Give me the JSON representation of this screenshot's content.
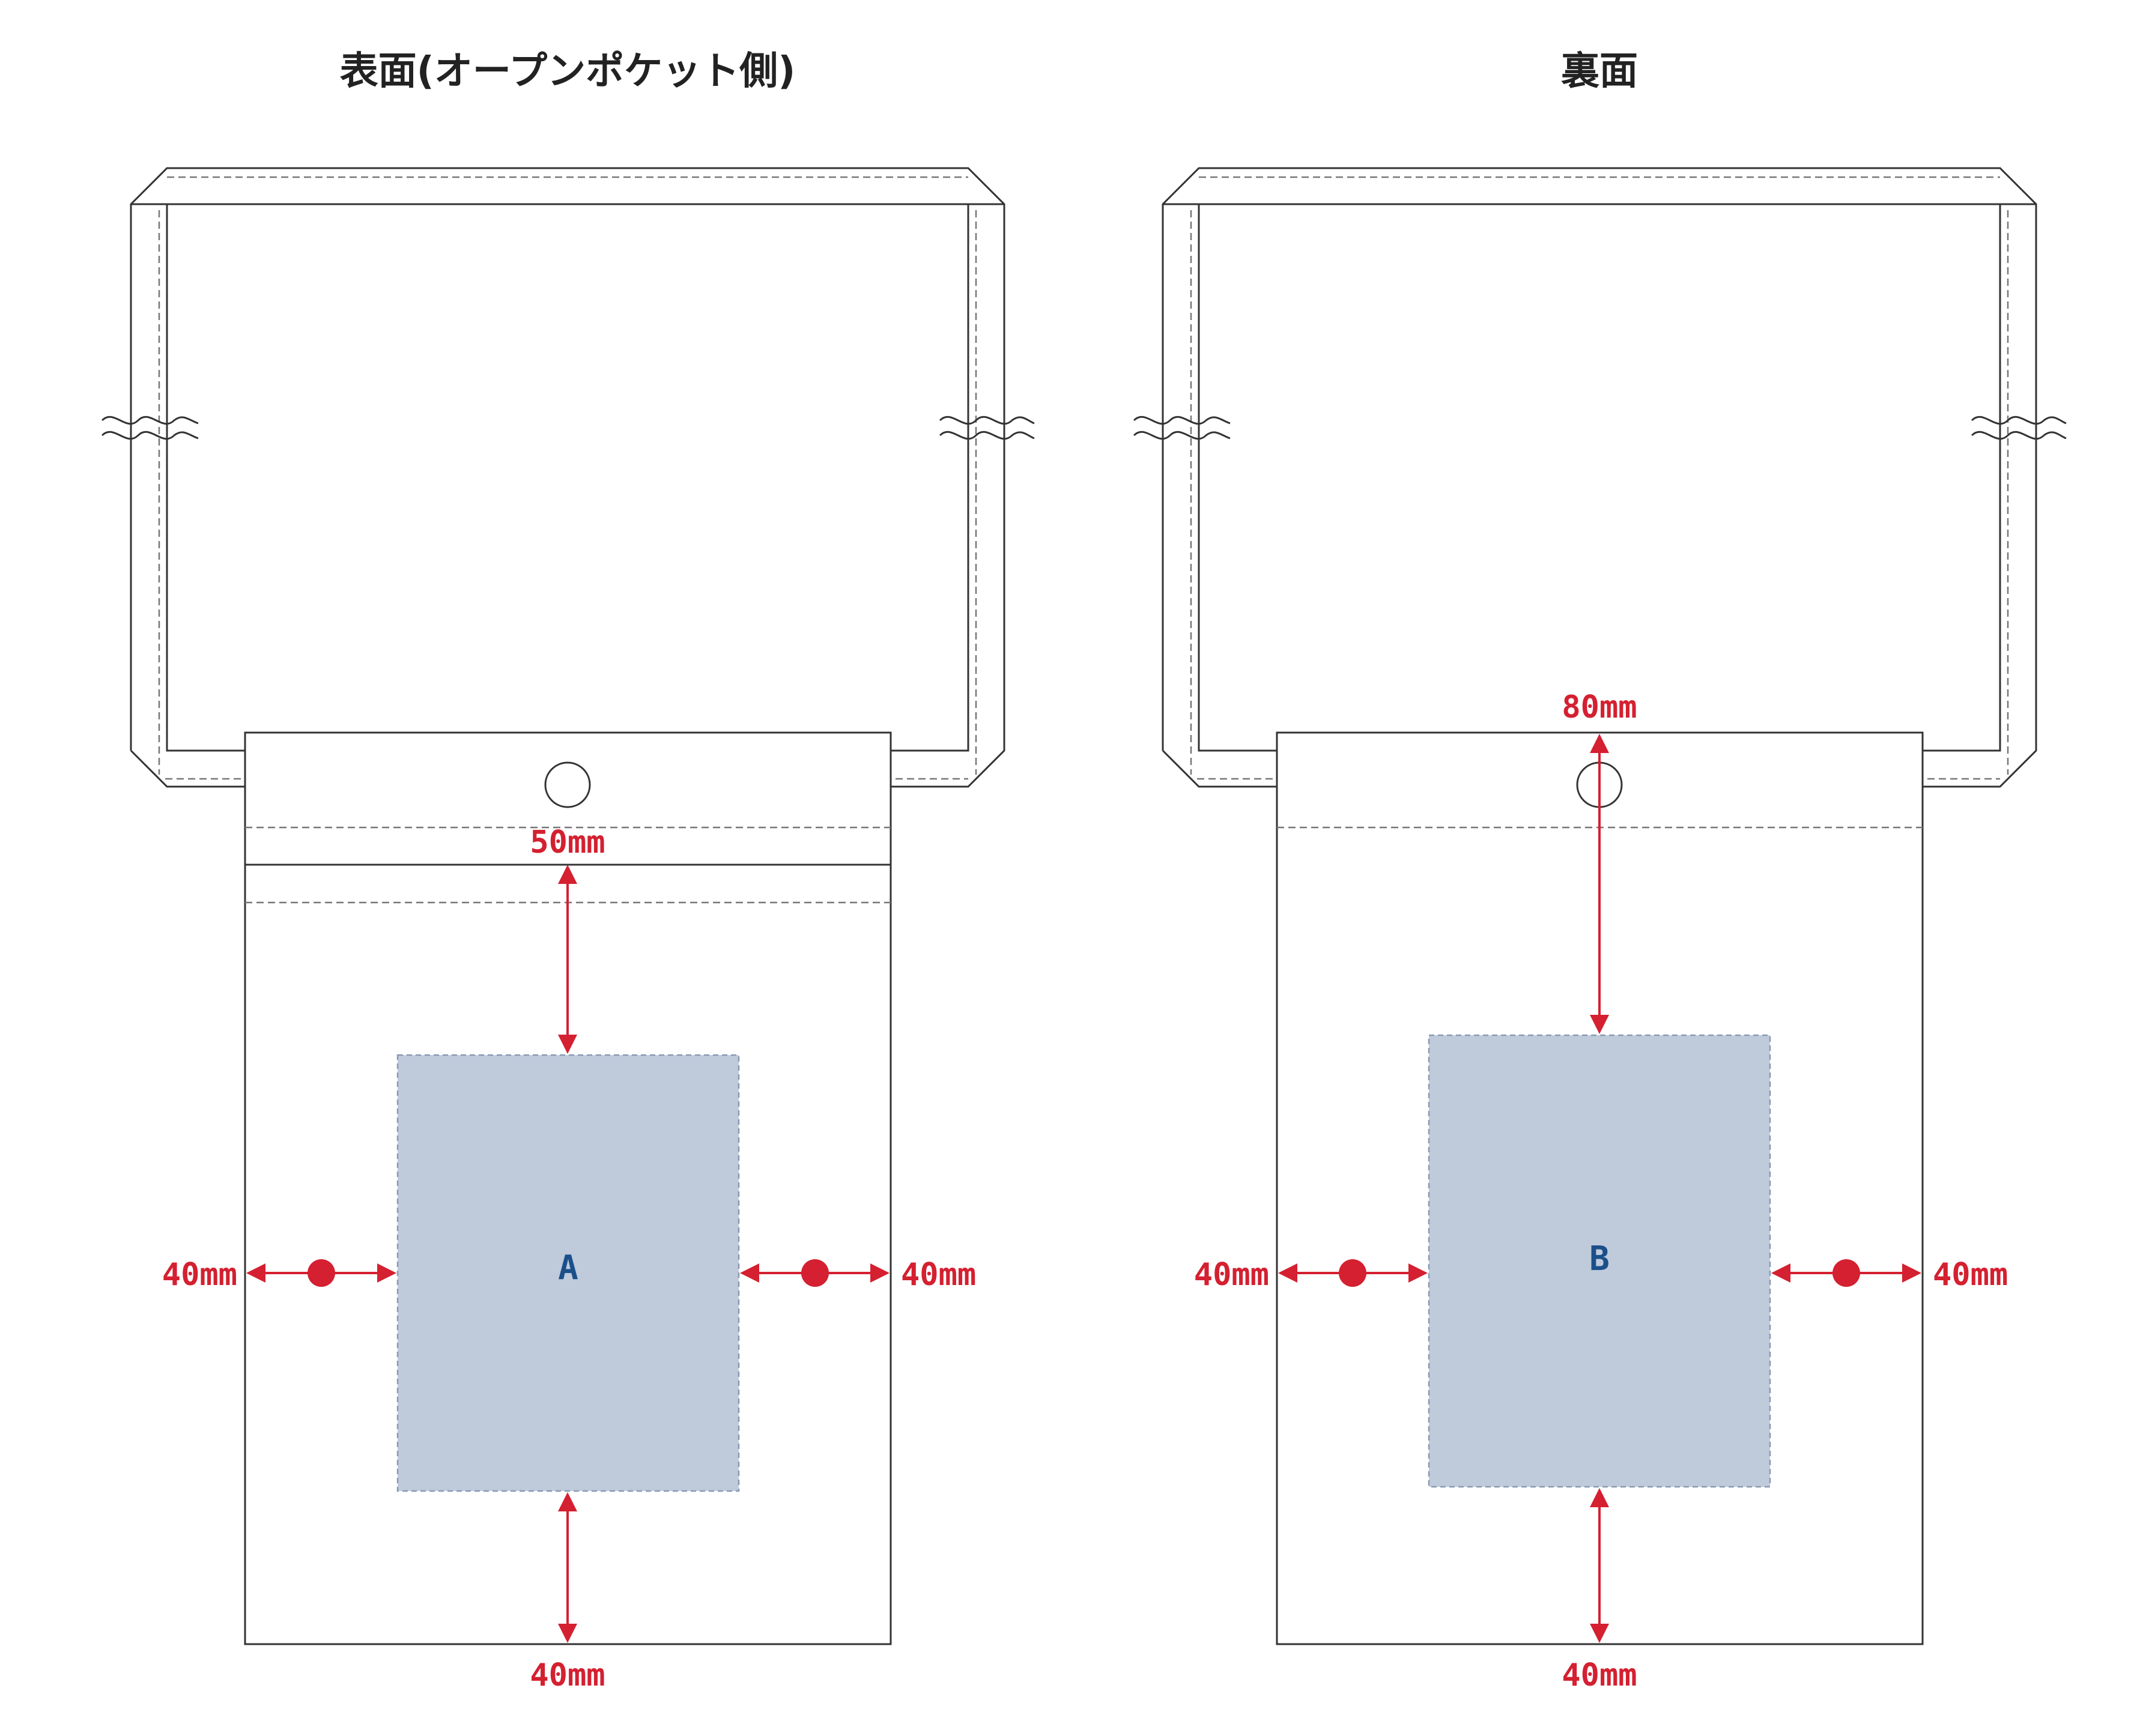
{
  "front": {
    "title": "表面(オープンポケット側)",
    "area_label": "A",
    "dim_top": "50mm",
    "dim_bottom": "40mm",
    "dim_left": "40mm",
    "dim_right": "40mm"
  },
  "back": {
    "title": "裏面",
    "area_label": "B",
    "dim_top": "80mm",
    "dim_bottom": "40mm",
    "dim_left": "40mm",
    "dim_right": "40mm"
  },
  "colors": {
    "dimension": "#d42030",
    "print_area_fill": "#bfcadb",
    "area_label": "#1b4f8a",
    "outline": "#333333"
  }
}
